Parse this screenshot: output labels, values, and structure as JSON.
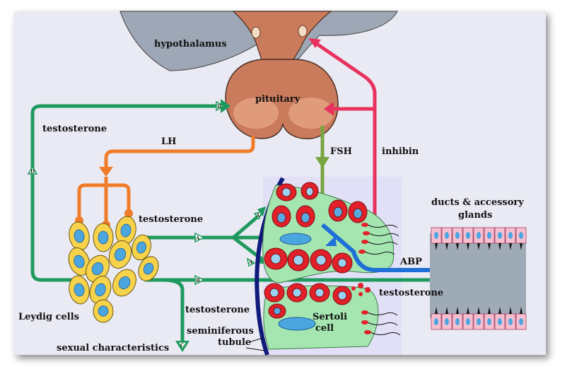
{
  "labels": {
    "hypothalamus": "hypothalamus",
    "pituitary": "pituitary",
    "testosterone_top": "testosterone",
    "lh": "LH",
    "fsh": "FSH",
    "inhibin": "inhibin",
    "testosterone_leydig": "testosterone",
    "leydig_cells": "Leydig cells",
    "sexual_characteristics": "sexual characteristics",
    "testosterone_low": "testosterone",
    "seminiferous_tubule_1": "seminiferous",
    "seminiferous_tubule_2": "tubule",
    "sertoli_1": "Sertoli",
    "sertoli_2": "cell",
    "abp": "ABP",
    "testosterone_right": "testosterone",
    "ducts_1": "ducts & accessory",
    "ducts_2": "glands"
  },
  "arrow_marks": {
    "d": "D",
    "a": "A",
    "b": "B",
    "c": "C"
  },
  "colors": {
    "background_panel": "#e9eaf3",
    "hypothalamus": "#9ea7b5",
    "pituitary": "#c97b5c",
    "green_pathway": "#1f9a5e",
    "orange_lh": "#f07c2a",
    "olive_fsh": "#79a640",
    "pink_inhibin": "#e8315d",
    "blue_abp": "#1e6fd6",
    "tubule_wall": "#101a7a",
    "sertoli": "#a5e6b0",
    "germ_cell": "#e2202a",
    "leydig": "#f7d24b",
    "duct_lumen": "#9eaab5",
    "duct_epithelium": "#f6bfd0"
  }
}
